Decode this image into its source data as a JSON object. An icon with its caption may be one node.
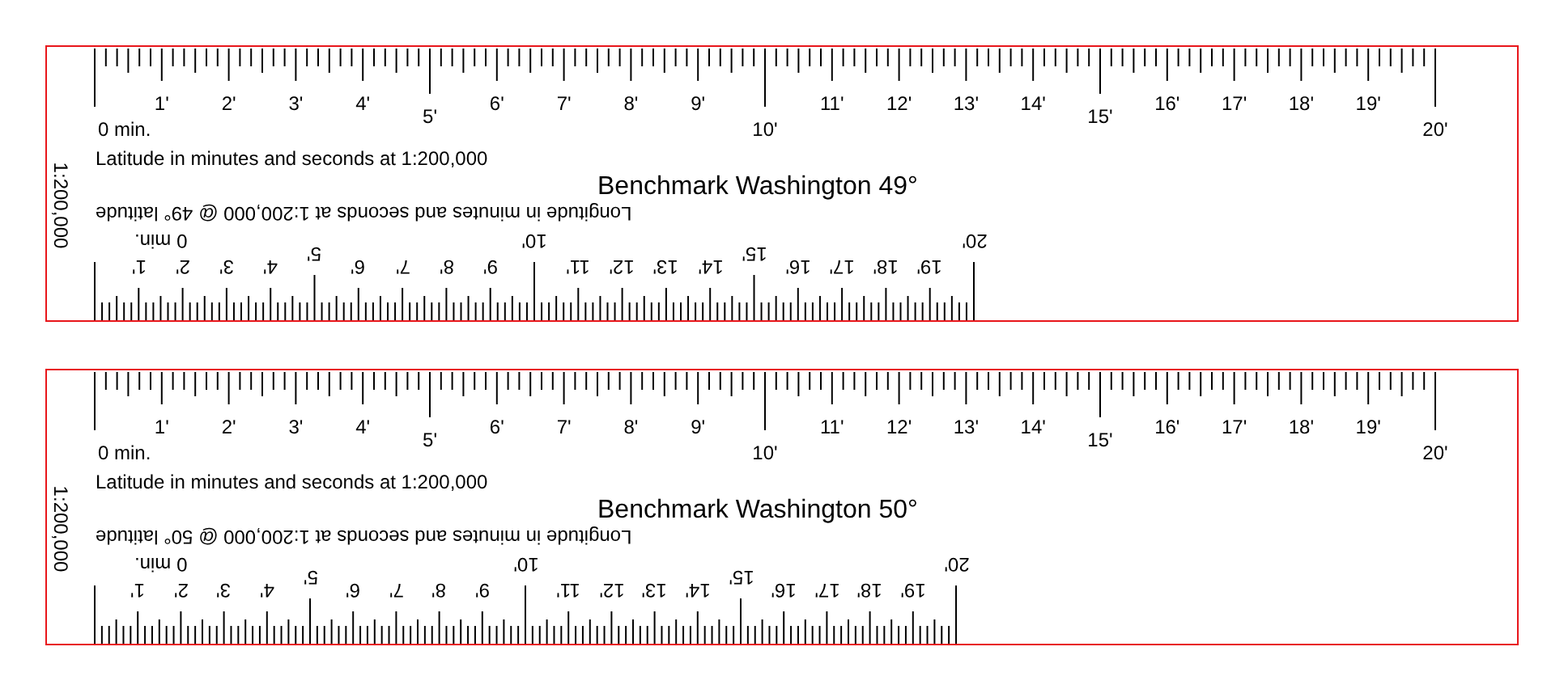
{
  "diagram": {
    "nodes": [
      {
        "text": [
          "1:200,000",
          "Latitude in minutes and seconds at 1:200,000",
          "Benchmark Washington 49°",
          "Longitude in minutes and seconds at 1:200,000 @ 49° latitude"
        ]
      },
      {
        "text": [
          "1:200,000",
          "Latitude in minutes and seconds at 1:200,000",
          "Benchmark Washington 50°",
          "Longitude in minutes and seconds at 1:200,000 @ 50° latitude"
        ]
      }
    ],
    "labels": [
      "0 min.",
      "1'",
      "2'",
      "3'",
      "4'",
      "5'",
      "6'",
      "7'",
      "8'",
      "9'",
      "10'",
      "11'",
      "12'",
      "13'",
      "14'",
      "15'",
      "16'",
      "17'",
      "18'",
      "19'",
      "20'",
      "0 min.",
      "1'",
      "2'",
      "3'",
      "4'",
      "5'",
      "6'",
      "7'",
      "8'",
      "9'",
      "10'",
      "11'",
      "12'",
      "13'",
      "14'",
      "15'",
      "16'",
      "17'",
      "18'",
      "19'",
      "20'",
      "0 min.",
      "1'",
      "2'",
      "3'",
      "4'",
      "5'",
      "6'",
      "7'",
      "8'",
      "9'",
      "10'",
      "11'",
      "12'",
      "13'",
      "14'",
      "15'",
      "16'",
      "17'",
      "18'",
      "19'",
      "20'",
      "0 min.",
      "1'",
      "2'",
      "3'",
      "4'",
      "5'",
      "6'",
      "7'",
      "8'",
      "9'",
      "10'",
      "11'",
      "12'",
      "13'",
      "14'",
      "15'",
      "16'",
      "17'",
      "18'",
      "19'",
      "20'"
    ]
  }
}
